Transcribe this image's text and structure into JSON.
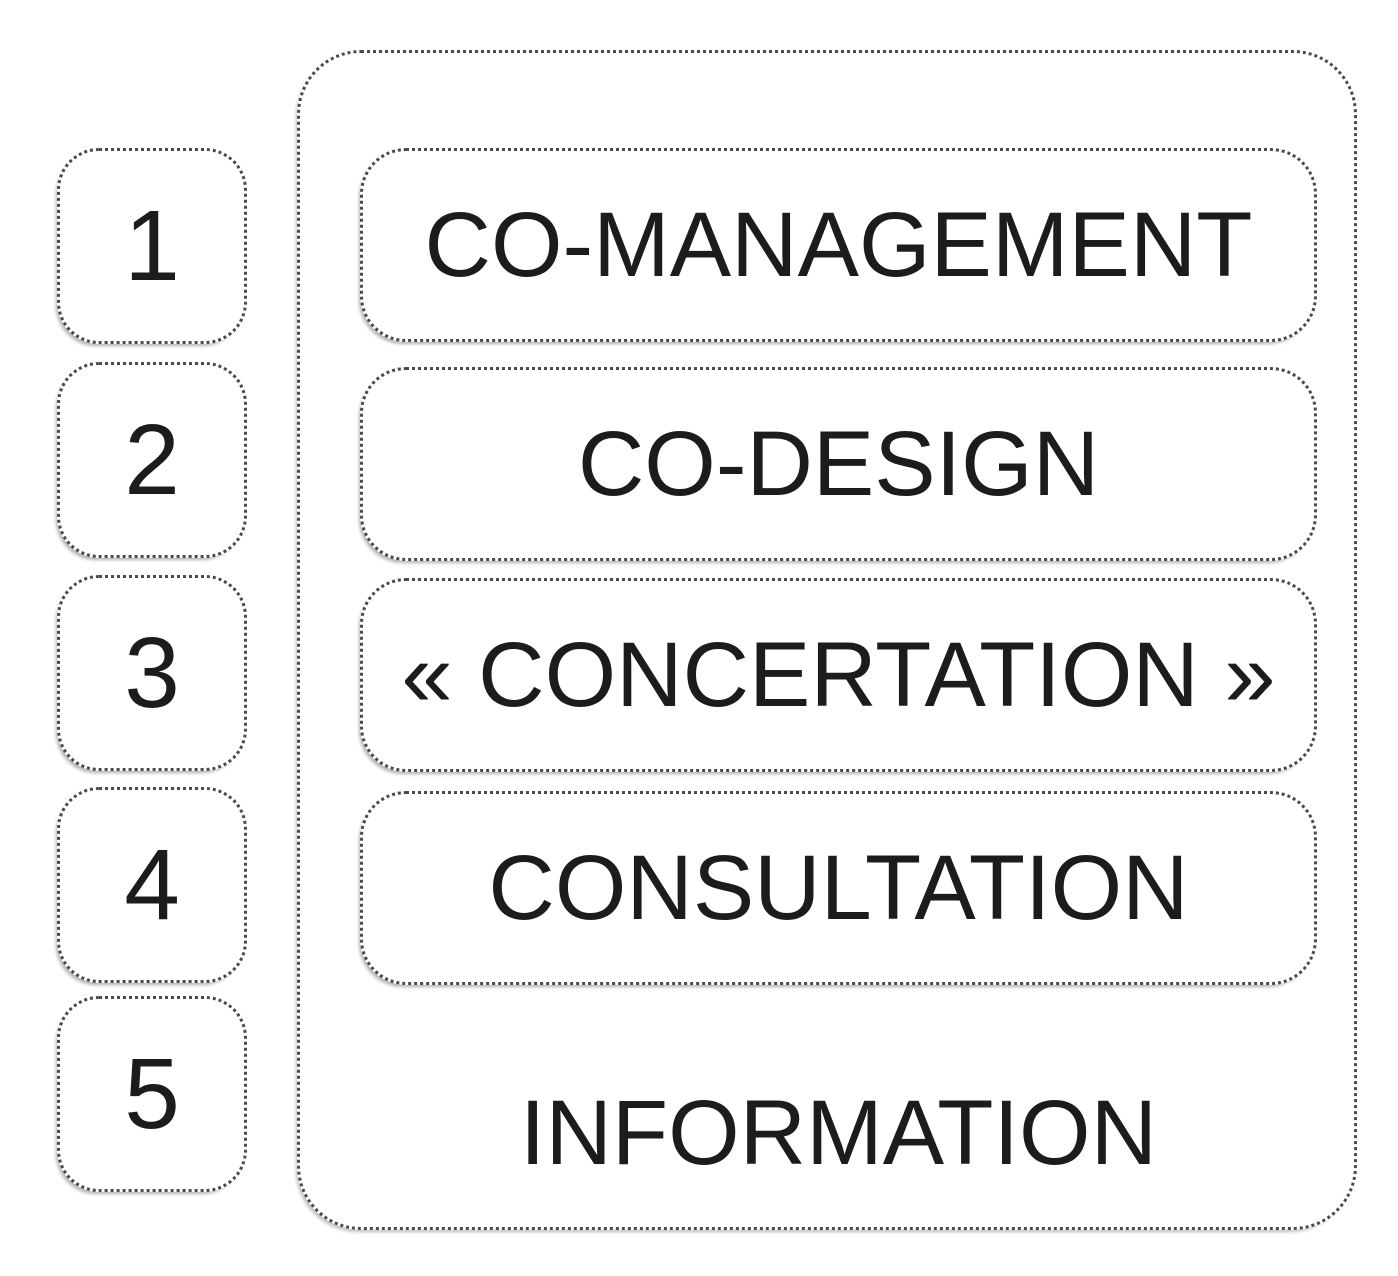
{
  "colors": {
    "border": "#4a4a4a",
    "text": "#1c1c1c",
    "background": "#ffffff"
  },
  "levels": [
    {
      "number": "1",
      "label": "CO-MANAGEMENT"
    },
    {
      "number": "2",
      "label": "CO-DESIGN"
    },
    {
      "number": "3",
      "label": "« CONCERTATION »"
    },
    {
      "number": "4",
      "label": "CONSULTATION"
    },
    {
      "number": "5",
      "label": "INFORMATION"
    }
  ]
}
